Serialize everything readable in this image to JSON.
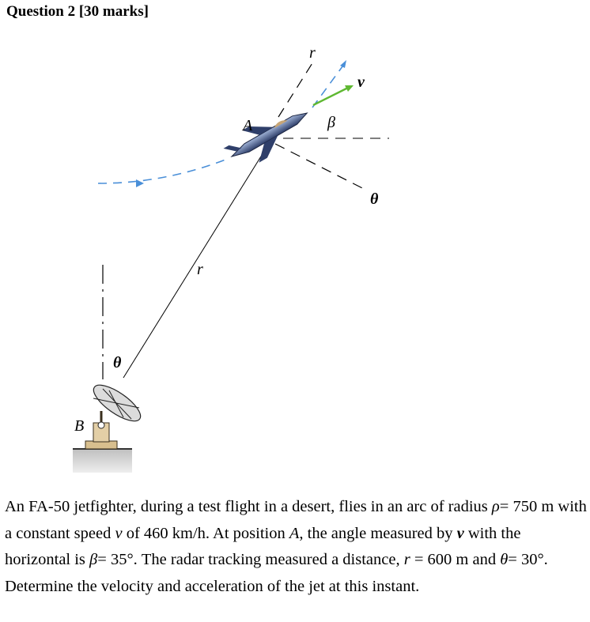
{
  "heading": "Question 2 [30 marks]",
  "figure": {
    "labels": {
      "r_top": "r",
      "v": "v",
      "A": "A",
      "beta": "β",
      "theta_right": "θ",
      "r_mid": "r",
      "theta_bottom": "θ",
      "B": "B"
    }
  },
  "problem": {
    "p1": "An FA-50 jetfighter, during a test flight in a desert, flies in an arc of radius ",
    "rho": "ρ",
    "p2": "= 750 m with a constant speed ",
    "v": "v",
    "p3": " of 460 km/h.  At position ",
    "A": "A",
    "p4": ", the angle measured by ",
    "vb": "v",
    "p5": " with the horizontal is ",
    "beta": "β",
    "p6": "= 35°. The radar tracking measured a distance, ",
    "r": "r",
    "p7": " = 600 m and ",
    "theta": "θ",
    "p8": "= 30°. Determine the velocity and acceleration of the jet at this instant."
  }
}
